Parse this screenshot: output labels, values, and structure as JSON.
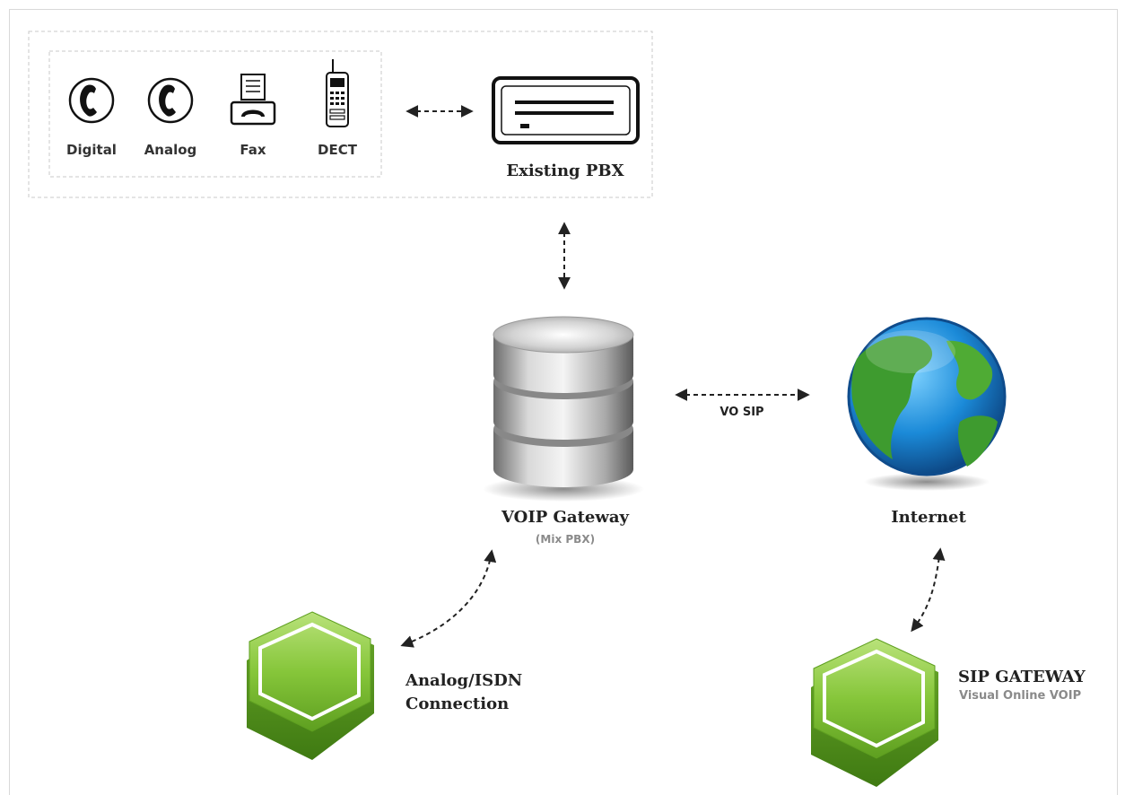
{
  "devices": {
    "digital": {
      "label": "Digital",
      "icon": "phone-icon"
    },
    "analog": {
      "label": "Analog",
      "icon": "phone-icon"
    },
    "fax": {
      "label": "Fax",
      "icon": "fax-icon"
    },
    "dect": {
      "label": "DECT",
      "icon": "dect-handset-icon"
    }
  },
  "existing_pbx": {
    "label": "Existing PBX",
    "icon": "pbx-icon"
  },
  "voip_gateway": {
    "label": "VOIP Gateway",
    "sublabel": "(Mix PBX)",
    "icon": "database-icon"
  },
  "link": {
    "label": "VO SIP"
  },
  "internet": {
    "label": "Internet",
    "icon": "globe-icon"
  },
  "analog_isdn": {
    "label_line1": "Analog/ISDN",
    "label_line2": "Connection",
    "icon": "hexagon-icon"
  },
  "sip_gateway": {
    "label": "SIP GATEWAY",
    "sublabel": "Visual Online VOIP",
    "icon": "hexagon-icon"
  },
  "colors": {
    "hex_green": "#7dbf2e",
    "globe_blue": "#1a8fd6",
    "globe_green": "#3e9b2f",
    "dashed_border": "#c8c8c8"
  }
}
